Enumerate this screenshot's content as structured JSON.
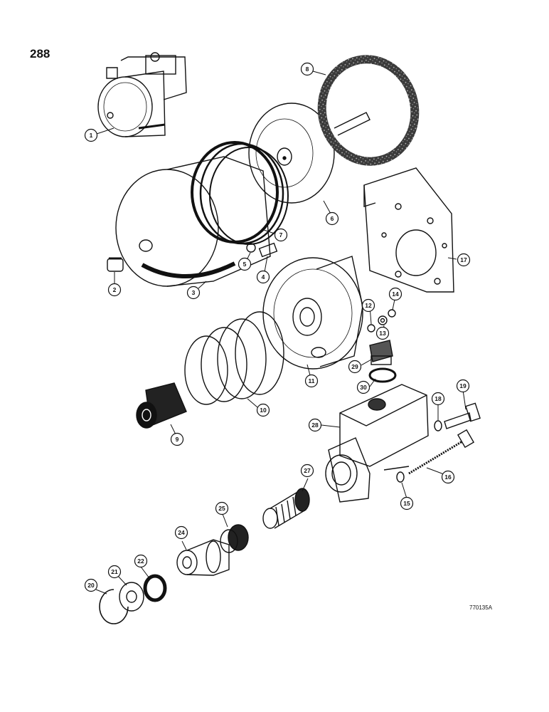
{
  "page_number": "288",
  "drawing_code": "770135A",
  "parts": [
    {
      "number": "1"
    },
    {
      "number": "2"
    },
    {
      "number": "3"
    },
    {
      "number": "4"
    },
    {
      "number": "5"
    },
    {
      "number": "6"
    },
    {
      "number": "7"
    },
    {
      "number": "8"
    },
    {
      "number": "9"
    },
    {
      "number": "10"
    },
    {
      "number": "11"
    },
    {
      "number": "12"
    },
    {
      "number": "13"
    },
    {
      "number": "14"
    },
    {
      "number": "15"
    },
    {
      "number": "16"
    },
    {
      "number": "17"
    },
    {
      "number": "18"
    },
    {
      "number": "19"
    },
    {
      "number": "20"
    },
    {
      "number": "21"
    },
    {
      "number": "22"
    },
    {
      "number": "24"
    },
    {
      "number": "25"
    },
    {
      "number": "27"
    },
    {
      "number": "28"
    },
    {
      "number": "29"
    },
    {
      "number": "30"
    }
  ]
}
